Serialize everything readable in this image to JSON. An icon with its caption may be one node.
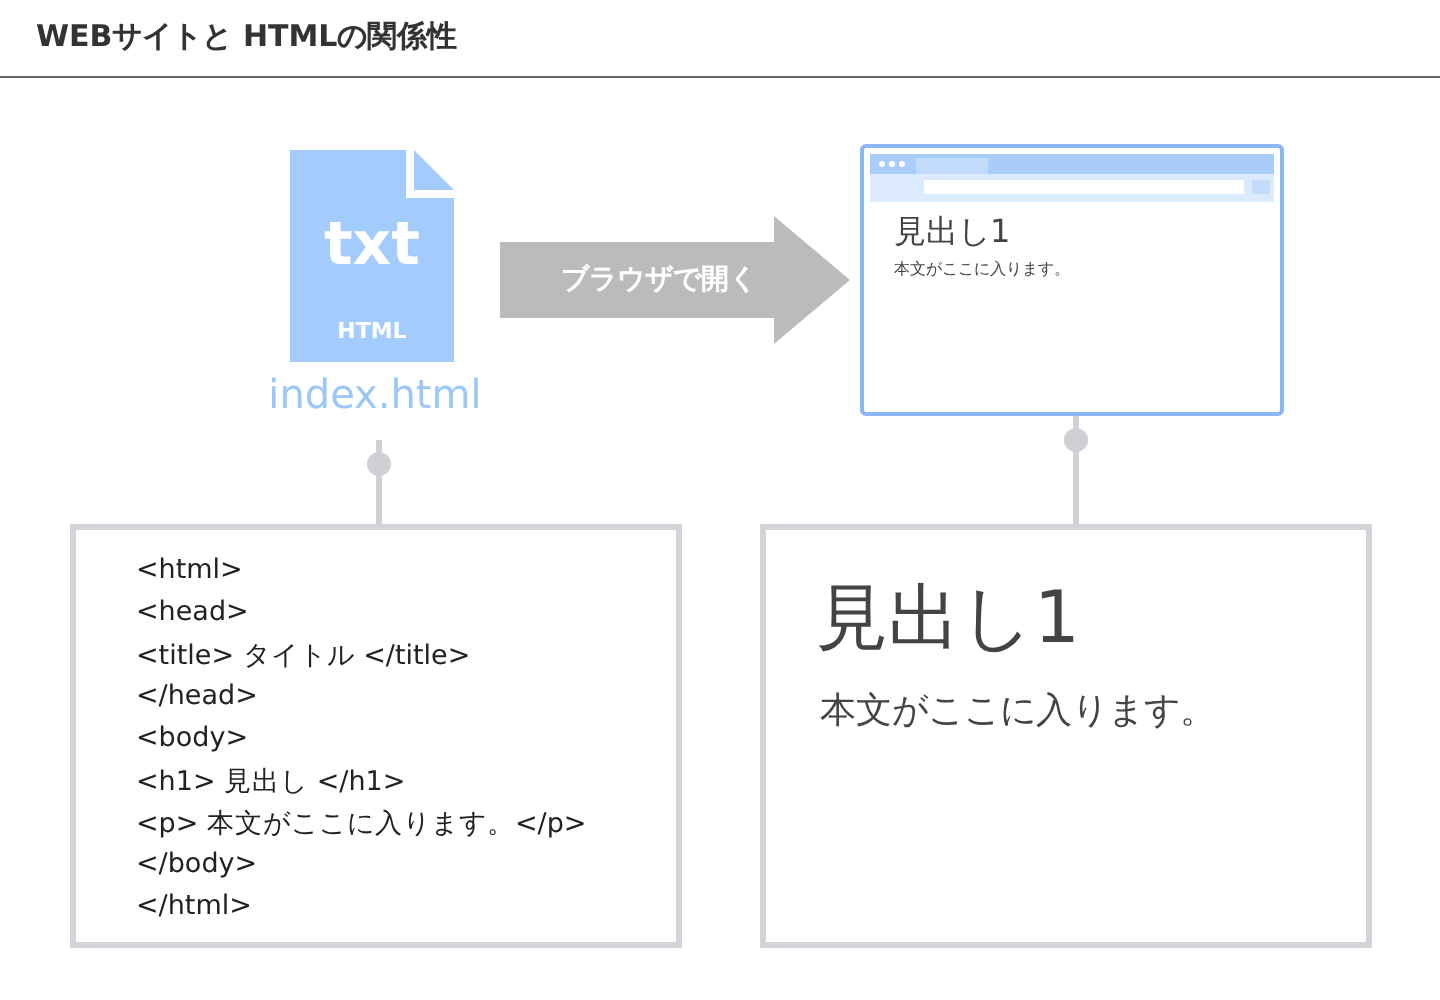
{
  "diagram": {
    "title": "WEBサイトと HTMLの関係性",
    "nodes": [
      {
        "text": [
          "txt",
          "HTML"
        ],
        "beside": [
          "index.html"
        ]
      },
      {
        "text": [
          "見出し1",
          "本文がここに入ります。"
        ]
      },
      {
        "text": [
          "<html>",
          "<head>",
          "<title> タイトル </title>",
          "</head>",
          "<body>",
          "<h1> 見出し </h1>",
          "<p> 本文がここに入ります。</p>",
          "</body>",
          "</html>"
        ]
      },
      {
        "text": [
          "見出し1",
          "本文がここに入ります。"
        ]
      }
    ],
    "edges": [
      {
        "from": 0,
        "to": 1,
        "arrow": "to",
        "label": "ブラウザで開く",
        "style": "thick",
        "color": "#bbbbbb"
      },
      {
        "from": 0,
        "to": 2,
        "arrow": "other"
      },
      {
        "from": 1,
        "to": 3,
        "arrow": "other"
      }
    ]
  }
}
